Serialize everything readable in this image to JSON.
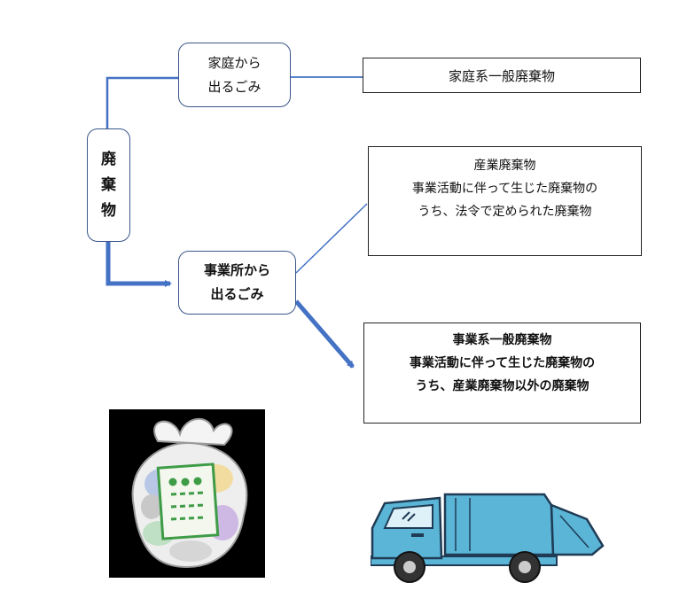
{
  "root": {
    "chars": [
      "廃",
      "棄",
      "物"
    ]
  },
  "household": {
    "source_line1": "家庭から",
    "source_line2": "出るごみ",
    "result": "家庭系一般廃棄物"
  },
  "business": {
    "source_line1": "事業所から",
    "source_line2": "出るごみ",
    "industrial": {
      "title": "産業廃棄物",
      "line1": "事業活動に伴って生じた廃棄物の",
      "line2": "うち、法令で定められた廃棄物"
    },
    "general": {
      "title": "事業系一般廃棄物",
      "line1": "事業活動に伴って生じた廃棄物の",
      "line2": "うち、産業廃棄物以外の廃棄物"
    }
  },
  "colors": {
    "connector": "#4472c4",
    "truck_body": "#5ab5d6",
    "bag_label": "#3e9b46",
    "image_bg": "#000000"
  },
  "icons": [
    "garbage-bag-icon",
    "garbage-truck-icon"
  ]
}
